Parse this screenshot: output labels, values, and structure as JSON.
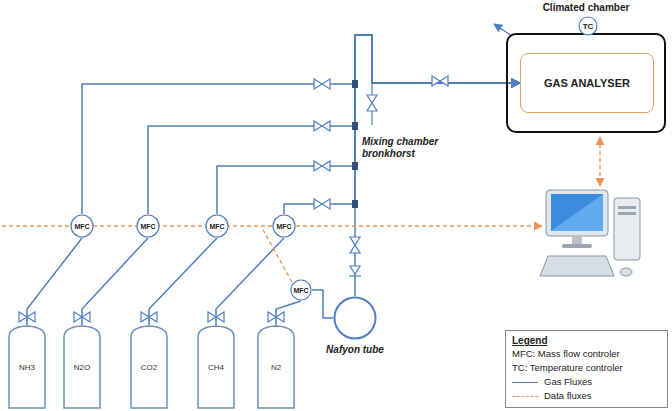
{
  "diagram": {
    "nodes": [
      {
        "text": [
          "Climated chamber"
        ]
      },
      {
        "text": [
          "TC"
        ],
        "in": 0
      },
      {
        "text": [
          "GAS ANALYSER"
        ],
        "in": 0
      },
      {
        "text": [
          "MFC"
        ]
      },
      {
        "text": [
          "MFC"
        ]
      },
      {
        "text": [
          "MFC"
        ]
      },
      {
        "text": [
          "MFC"
        ]
      },
      {
        "text": [
          "MFC"
        ]
      },
      {
        "text": [
          "NH3"
        ]
      },
      {
        "text": [
          "N2O"
        ]
      },
      {
        "text": [
          "CO2"
        ]
      },
      {
        "text": [
          "CH4"
        ]
      },
      {
        "text": [
          "N2"
        ]
      },
      {
        "text": [
          "Nafyon tube"
        ]
      }
    ],
    "edges": [
      {
        "from": 8,
        "to": 3,
        "arrow": "none"
      },
      {
        "from": 9,
        "to": 4,
        "arrow": "none"
      },
      {
        "from": 10,
        "to": 5,
        "arrow": "none"
      },
      {
        "from": 11,
        "to": 6,
        "arrow": "none"
      },
      {
        "from": 12,
        "to": 7,
        "arrow": "none"
      },
      {
        "from": 3,
        "to": 2,
        "arrow": "to"
      },
      {
        "from": 4,
        "to": 2,
        "arrow": "to"
      },
      {
        "from": 5,
        "to": 2,
        "arrow": "to"
      },
      {
        "from": 6,
        "to": 2,
        "arrow": "to"
      },
      {
        "from": 7,
        "to": 13,
        "arrow": "none"
      },
      {
        "from": 13,
        "to": 2,
        "arrow": "to"
      }
    ],
    "labels": [
      "Mixing chamber bronkhorst",
      "Legend"
    ],
    "legend": [
      {
        "text": "MFC: Mass flow controler"
      },
      {
        "text": "TC: Temperature controler"
      },
      {
        "text": "Gas Fluxes"
      },
      {
        "text": "Data fluxes"
      }
    ]
  }
}
